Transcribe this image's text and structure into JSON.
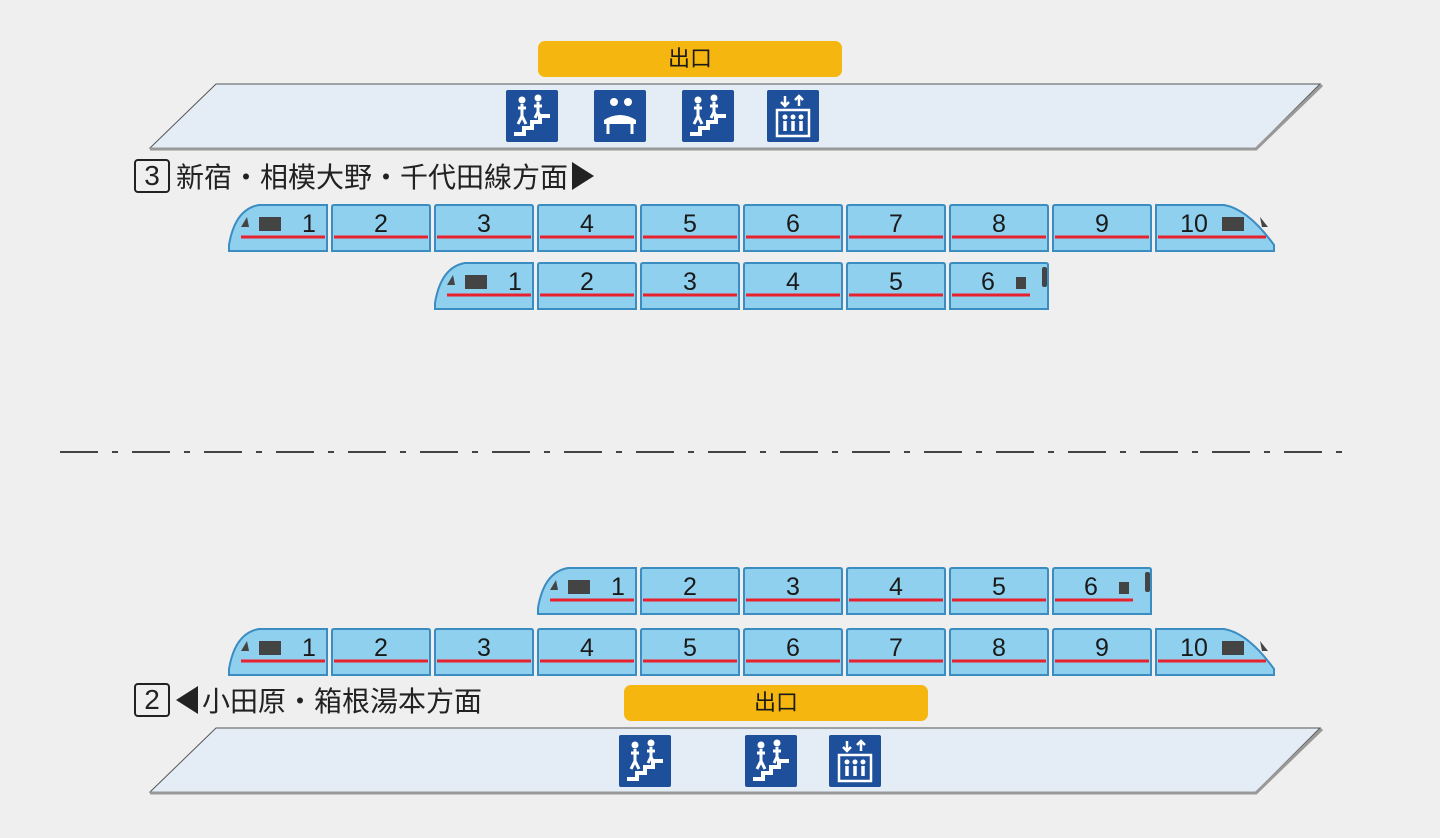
{
  "exit_label": "出口",
  "upper_platform": {
    "track_number": "3",
    "direction": "新宿・相模大野・千代田線方面",
    "facilities": [
      "escalator-stairs-icon",
      "restroom-seat-icon",
      "escalator-stairs-icon",
      "elevator-icon"
    ]
  },
  "lower_platform": {
    "track_number": "2",
    "direction": "小田原・箱根湯本方面",
    "facilities": [
      "escalator-stairs-icon",
      "escalator-stairs-icon",
      "elevator-icon"
    ]
  },
  "trains": {
    "upper_10_car": [
      "1",
      "2",
      "3",
      "4",
      "5",
      "6",
      "7",
      "8",
      "9",
      "10"
    ],
    "upper_6_car": [
      "1",
      "2",
      "3",
      "4",
      "5",
      "6"
    ],
    "lower_6_car": [
      "1",
      "2",
      "3",
      "4",
      "5",
      "6"
    ],
    "lower_10_car": [
      "1",
      "2",
      "3",
      "4",
      "5",
      "6",
      "7",
      "8",
      "9",
      "10"
    ]
  },
  "colors": {
    "car_body": "#8fd0ef",
    "car_stripe": "#e8212f",
    "car_outline": "#3b8cc0",
    "exit_badge": "#f5b60f",
    "icon_bg": "#1d4f9a",
    "platform_fill": "#e4edf6"
  }
}
